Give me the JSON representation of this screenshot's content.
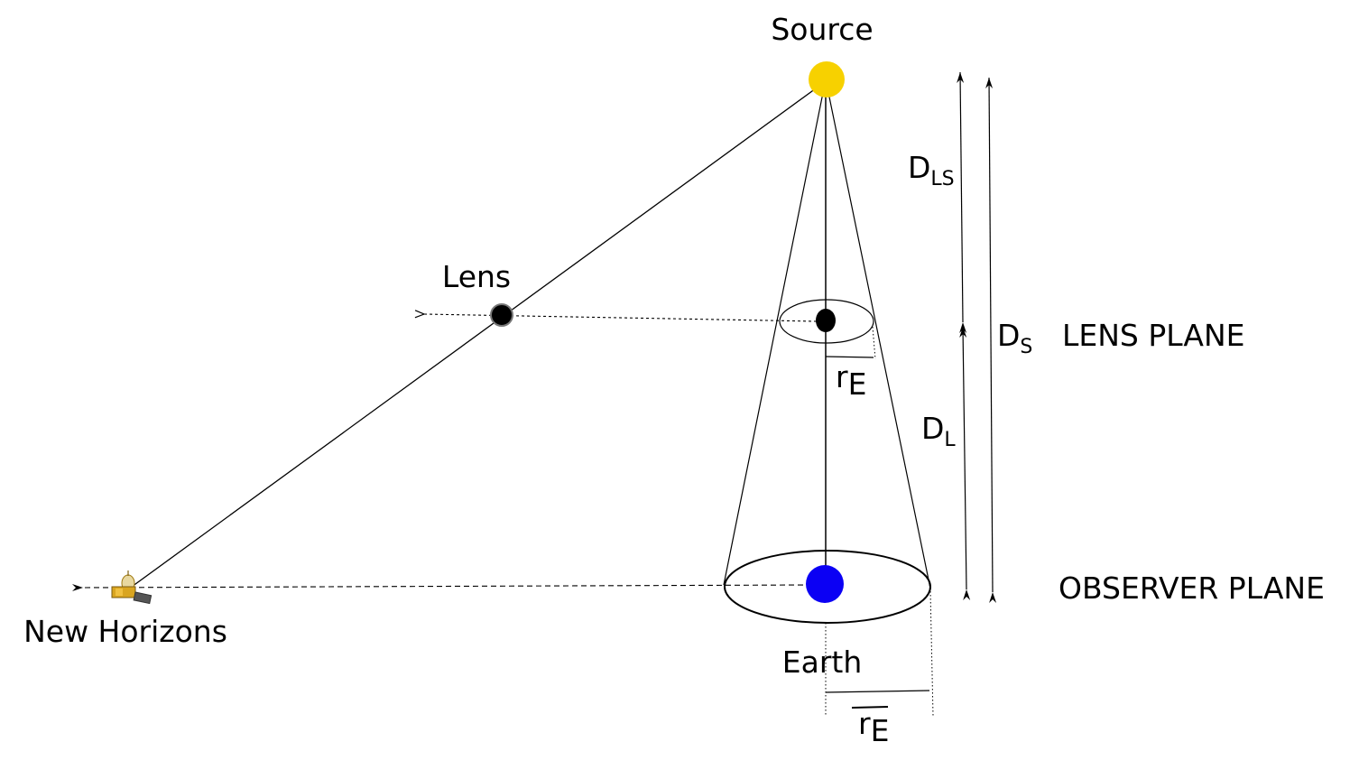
{
  "labels": {
    "source": "Source",
    "lens": "Lens",
    "new_horizons": "New Horizons",
    "earth": "Earth",
    "lens_plane": "LENS PLANE",
    "observer_plane": "OBSERVER PLANE",
    "d_ls_main": "D",
    "d_ls_sub": "LS",
    "d_s_main": "D",
    "d_s_sub": "S",
    "d_l_main": "D",
    "d_l_sub": "L",
    "r_e_lens_main": "r",
    "r_e_lens_sub": "E",
    "r_e_obs_main": "r",
    "r_e_obs_sub": "E"
  },
  "colors": {
    "source": "#f7d100",
    "earth": "#0b00f4",
    "lens": "#000000",
    "line": "#000000",
    "spacecraft_body": "#d9a520"
  },
  "icons": {
    "spacecraft": "new-horizons-spacecraft-icon"
  }
}
